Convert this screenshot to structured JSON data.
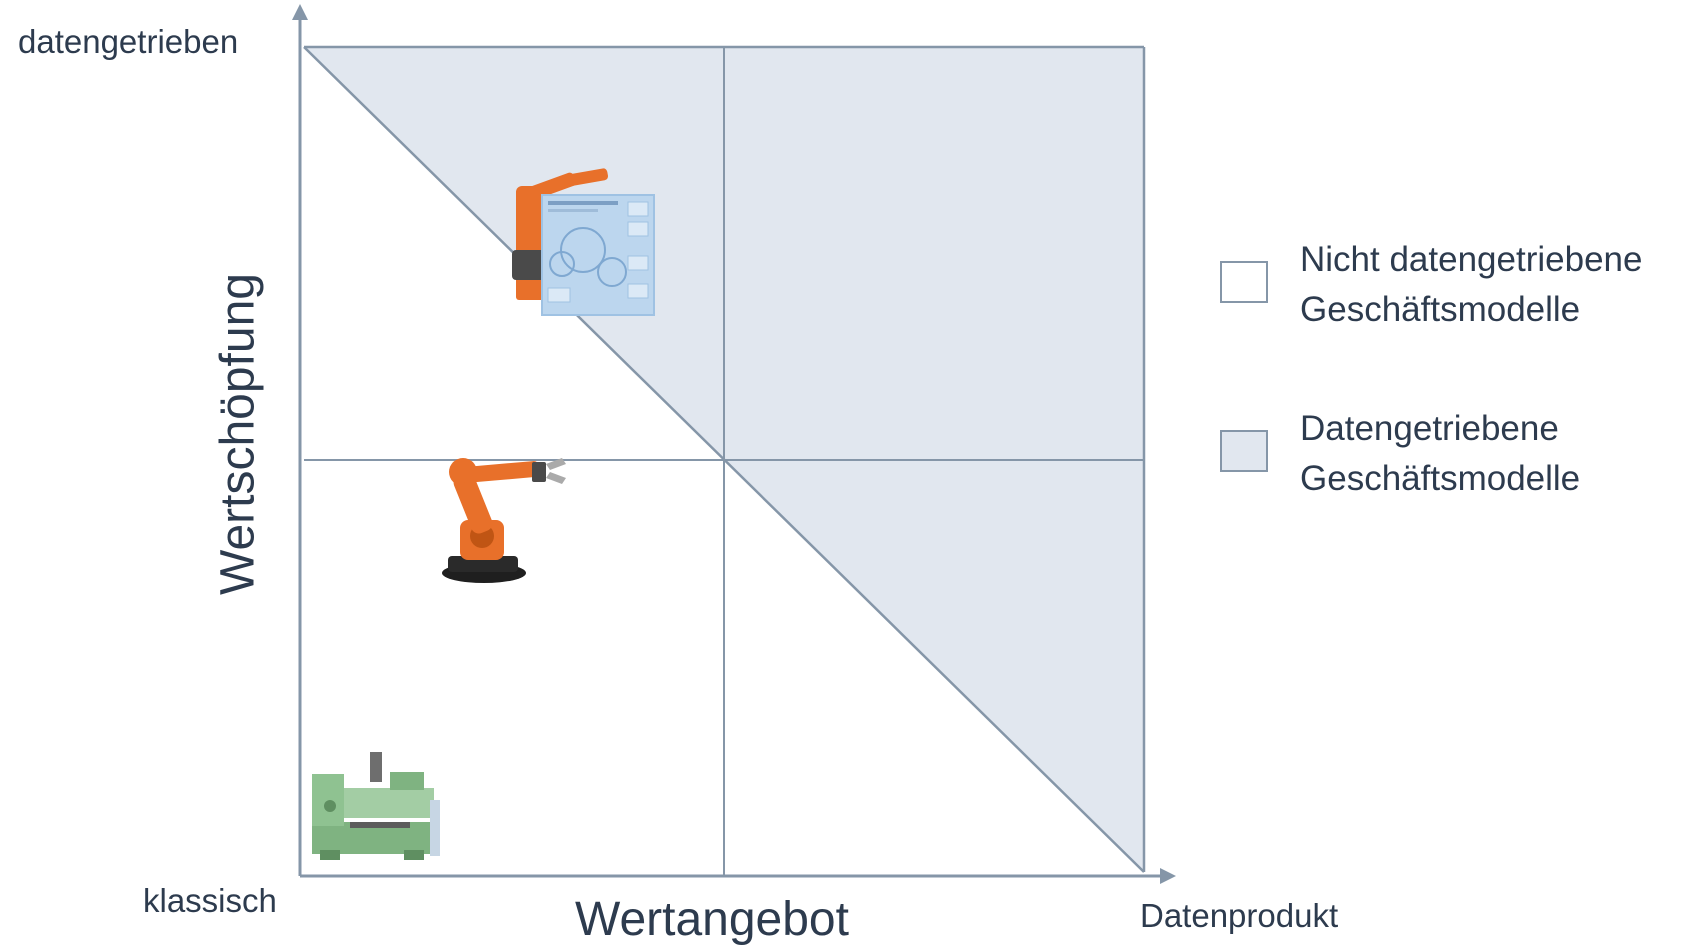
{
  "axes": {
    "y_title": "Wertschöpfung",
    "y_top_label": "datengetrieben",
    "x_title": "Wertangebot",
    "x_left_label": "klassisch",
    "x_right_label": "Datenprodukt"
  },
  "legend": {
    "items": [
      {
        "line1": "Nicht datengetriebene",
        "line2": "Geschäftsmodelle",
        "fill": "#ffffff"
      },
      {
        "line1": "Datengetriebene",
        "line2": "Geschäftsmodelle",
        "fill": "#e1e7ef"
      }
    ]
  },
  "colors": {
    "axis": "#8596a8",
    "shaded_area": "#e1e7ef",
    "text": "#2d3b4e",
    "robot_orange": "#e8702a"
  },
  "icons": [
    "industrial-robot-with-document-icon",
    "industrial-robot-arm-icon",
    "lathe-machine-icon"
  ]
}
